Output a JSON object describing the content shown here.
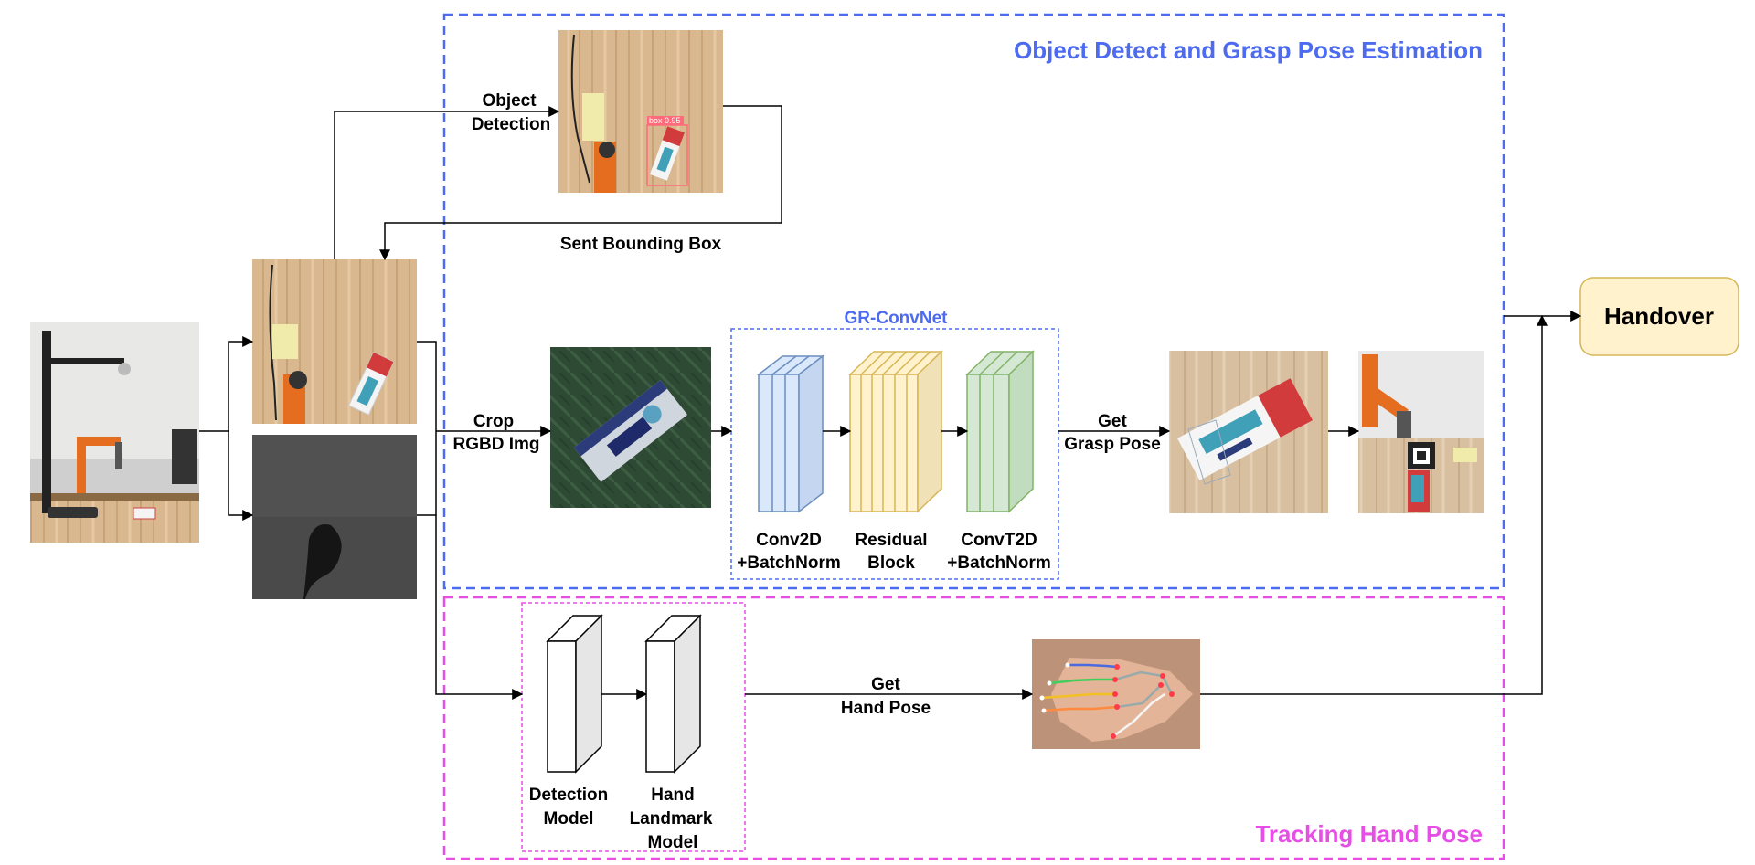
{
  "sections": {
    "object_detect_title": "Object Detect and Grasp Pose Estimation",
    "tracking_title": "Tracking Hand Pose",
    "grconvnet_title": "GR-ConvNet"
  },
  "labels": {
    "object_detection_1": "Object",
    "object_detection_2": "Detection",
    "sent_bounding_box": "Sent Bounding Box",
    "crop_1": "Crop",
    "crop_2": "RGBD Img",
    "get_grasp_1": "Get",
    "get_grasp_2": "Grasp Pose",
    "conv2d_1": "Conv2D",
    "conv2d_2": "+BatchNorm",
    "residual_1": "Residual",
    "residual_2": "Block",
    "convt2d_1": "ConvT2D",
    "convt2d_2": "+BatchNorm",
    "get_hand_1": "Get",
    "get_hand_2": "Hand Pose",
    "detection_model_1": "Detection",
    "detection_model_2": "Model",
    "landmark_1": "Hand",
    "landmark_2": "Landmark",
    "landmark_3": "Model",
    "handover": "Handover",
    "bbox_text": "box 0.95"
  },
  "colors": {
    "blue": "#4d6bf0",
    "pink": "#e64ee6",
    "conv_blue": "#dae8fc",
    "residual_yellow": "#fff2cc",
    "convt_green": "#d5e8d4",
    "handover_fill": "#fff2cc"
  },
  "icons": [
    "robot-arm-photo",
    "rgb-image",
    "depth-image",
    "detection-image",
    "cropped-rgbd-image",
    "grasp-pose-image",
    "handover-photo",
    "hand-landmark-image"
  ]
}
